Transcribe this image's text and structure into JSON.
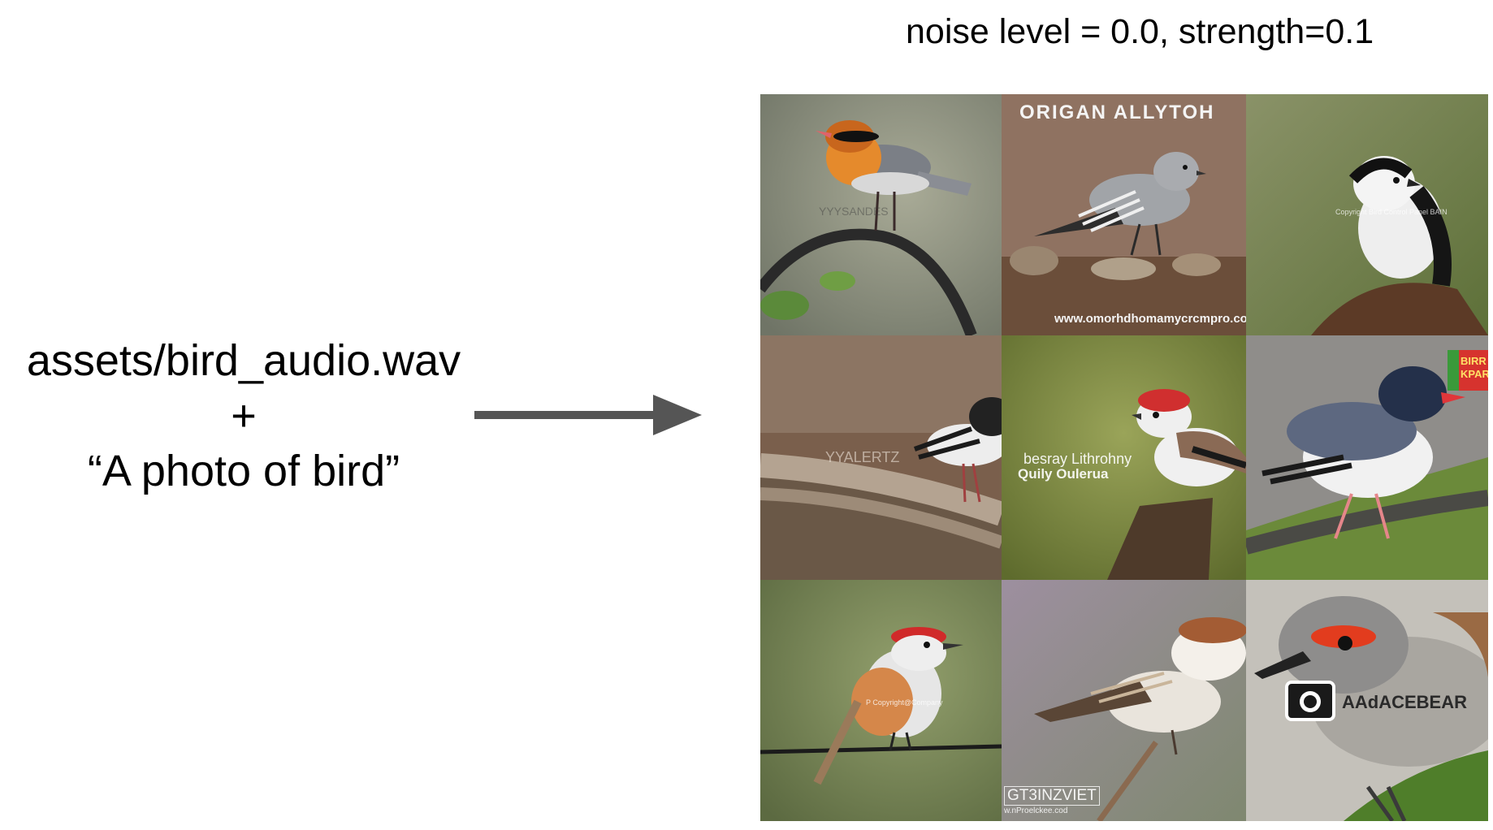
{
  "caption": "noise level = 0.0, strength=0.1",
  "input": {
    "audio_file": "assets/bird_audio.wav",
    "plus": "+",
    "prompt": "“A photo of bird”"
  },
  "colors": {
    "arrow": "#555555"
  },
  "grid": {
    "rows": 3,
    "cols": 3,
    "cells": [
      {
        "bird": "orange-breasted bird on branch",
        "watermark": "YYYSANDES"
      },
      {
        "bird": "grey bird on rocks",
        "watermark": "ORIGAN ALLYTOH",
        "watermark2": "www.omorhdhomamycrcmpro.co"
      },
      {
        "bird": "black and white bird on rock",
        "watermark": "Copyright Bird Control Panel BAIN"
      },
      {
        "bird": "black and white bird on log",
        "watermark": "YYALERTZ"
      },
      {
        "bird": "red-capped bird on stump",
        "watermark": "besray Lithrohny",
        "watermark2": "Quily Oulerua"
      },
      {
        "bird": "grey and white bird on moss",
        "watermark": "BIRR KPAR"
      },
      {
        "bird": "red-capped bird on wire",
        "watermark": "P Copyright@Company"
      },
      {
        "bird": "brown and white sparrow on twig",
        "watermark": "GT3INZVIET",
        "watermark2": "w.nProelckee.cod"
      },
      {
        "bird": "grey bird close-up",
        "watermark": "AAdACEBEAR"
      }
    ]
  }
}
